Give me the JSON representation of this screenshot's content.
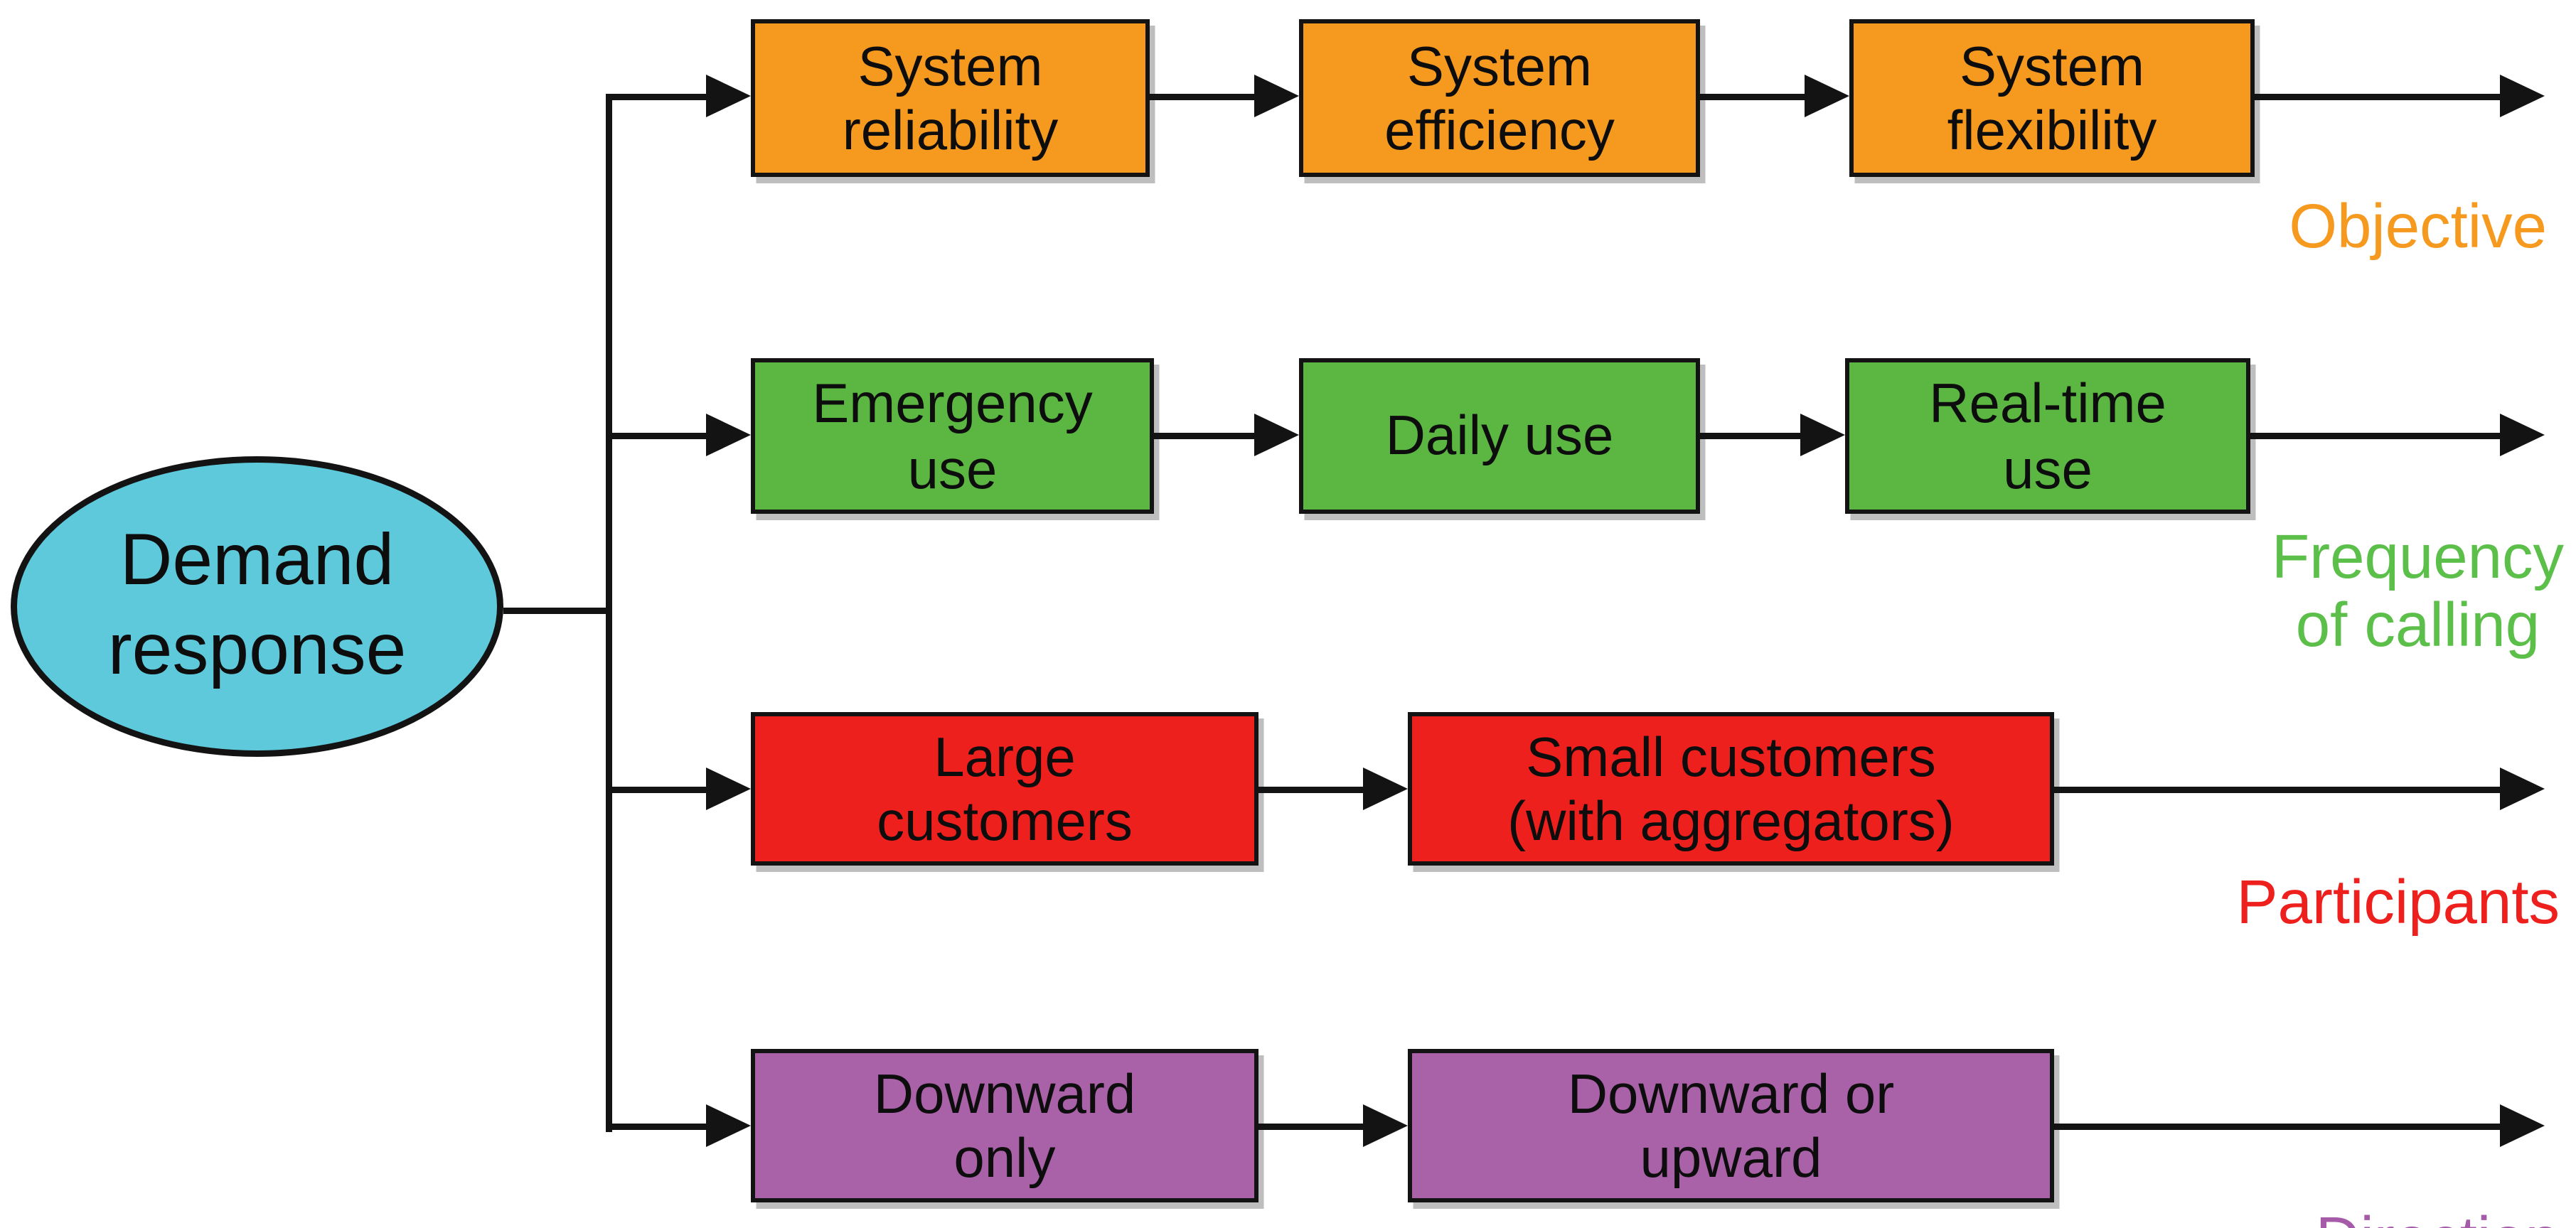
{
  "root": {
    "label": "Demand\nresponse"
  },
  "rows": [
    {
      "category": "Objective",
      "color": "#F6991F",
      "boxes": [
        "System\nreliability",
        "System\nefficiency",
        "System\nflexibility"
      ]
    },
    {
      "category": "Frequency\nof calling",
      "color": "#5BB741",
      "label_color": "#5BBF4A",
      "boxes": [
        "Emergency\nuse",
        "Daily use",
        "Real-time\nuse"
      ]
    },
    {
      "category": "Participants",
      "color": "#EE201D",
      "boxes": [
        "Large\ncustomers",
        "Small customers\n(with aggregators)"
      ]
    },
    {
      "category": "Direction",
      "color": "#A961A8",
      "label_color": "#A55BA8",
      "boxes": [
        "Downward\nonly",
        "Downward or\nupward"
      ]
    }
  ],
  "colors": {
    "root_fill": "#5FC9DC",
    "line": "#131313",
    "background": "#FFFFFF"
  }
}
